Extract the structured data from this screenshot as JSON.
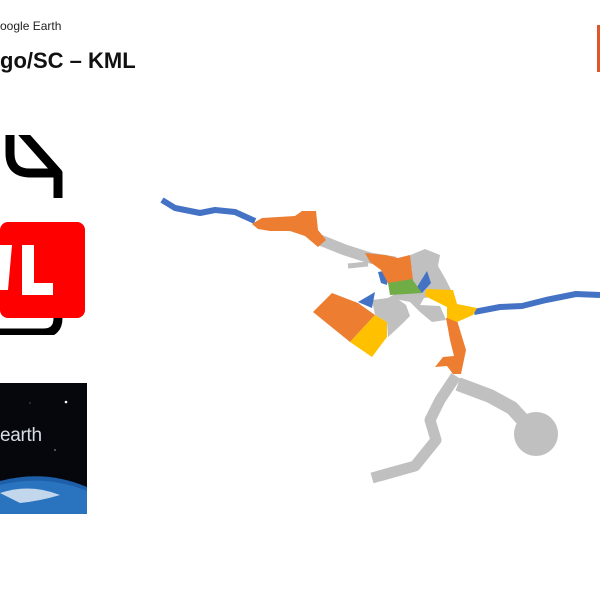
{
  "slide": {
    "subtitle": "oogle Earth",
    "title": "go/SC – KML",
    "accent_color": "#e0552b"
  },
  "images": {
    "kml_icon": {
      "icon": "kml-file-icon",
      "color": "#ff0000"
    },
    "earth_logo": {
      "text": "earth"
    }
  },
  "map": {
    "colors": {
      "blue": "#4472c4",
      "orange": "#ed7d31",
      "gray": "#c0c0c0",
      "green": "#70ad47",
      "yellow": "#ffc000"
    }
  }
}
